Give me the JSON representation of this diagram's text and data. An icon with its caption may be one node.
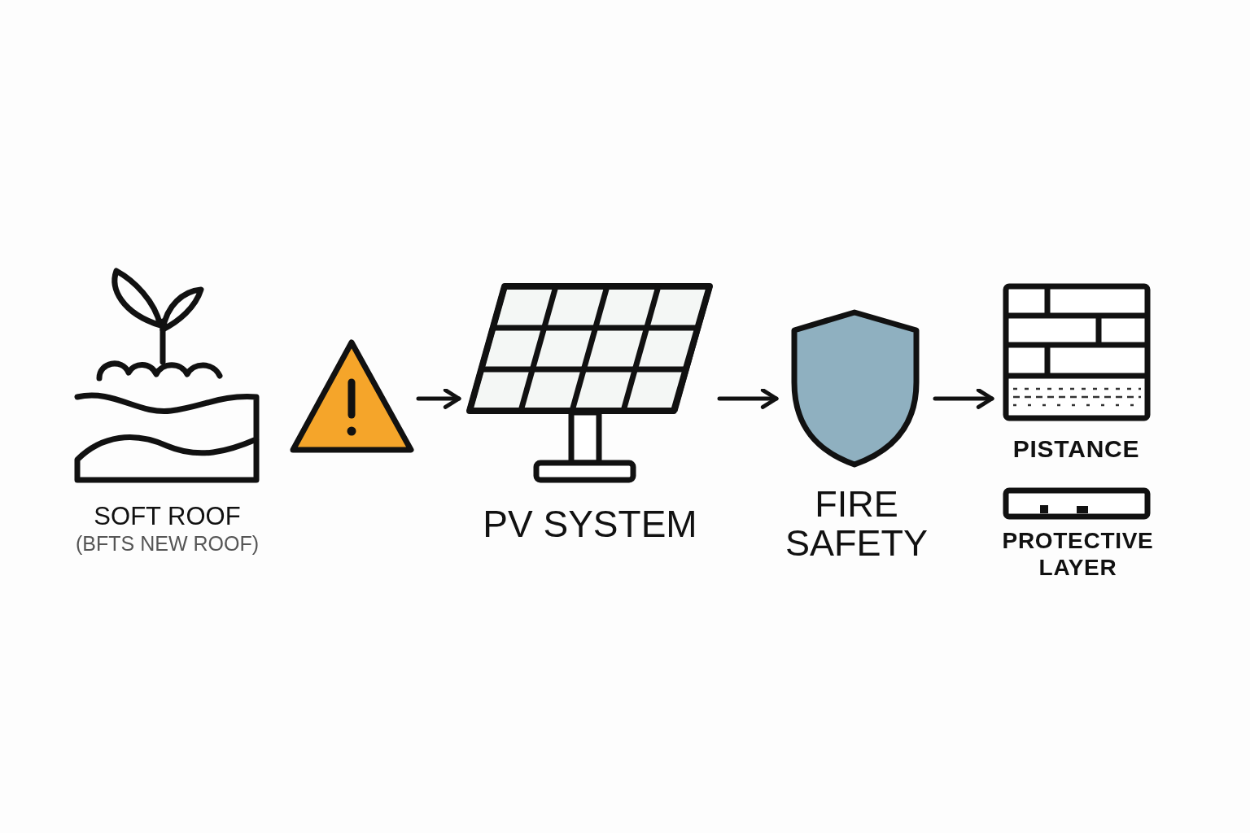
{
  "diagram": {
    "nodes": [
      {
        "text": [
          "SOFT ROOF",
          "(BFTS NEW ROOF)"
        ]
      },
      {
        "text": [],
        "shape": "picture"
      },
      {
        "text": [
          "PV SYSTEM"
        ]
      },
      {
        "text": [
          "FIRE SAFETY"
        ]
      },
      {
        "text": [
          "PISTANCE"
        ]
      },
      {
        "text": [
          "PROTECTIVE LAYER"
        ]
      }
    ],
    "edges": [
      {
        "from": 1,
        "to": 2,
        "arrow": "to"
      },
      {
        "from": 2,
        "to": 3,
        "arrow": "to"
      },
      {
        "from": 3,
        "to": 4,
        "arrow": "to"
      }
    ]
  }
}
